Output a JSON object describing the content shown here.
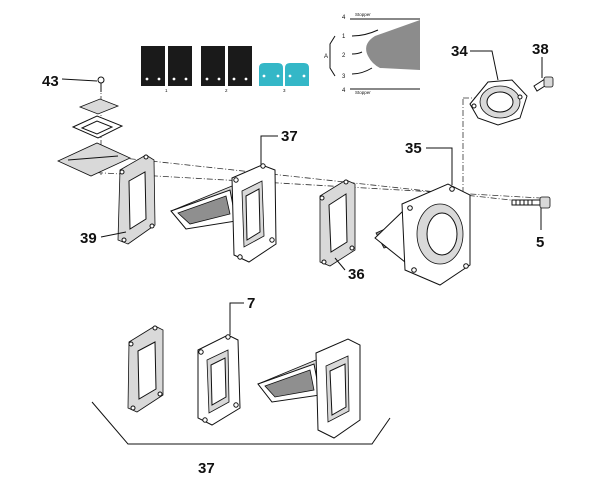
{
  "callouts": {
    "c43": "43",
    "c37_top": "37",
    "c34": "34",
    "c38": "38",
    "c35": "35",
    "c39": "39",
    "c36": "36",
    "c5": "5",
    "c7": "7",
    "c37_bottom": "37"
  },
  "reed_inset": {
    "labels": [
      "1",
      "2",
      "3"
    ]
  },
  "petal_inset": {
    "label_4_top": "4",
    "label_1": "1",
    "label_2": "2",
    "label_3": "3",
    "label_4_bottom": "4",
    "label_a": "A",
    "stopper_top": "Stopper",
    "stopper_bottom": "Stopper"
  },
  "colors": {
    "reed_dark": "#1a1a1a",
    "reed_cyan": "#34b7c7",
    "petal_grey": "#8c8c8c"
  }
}
